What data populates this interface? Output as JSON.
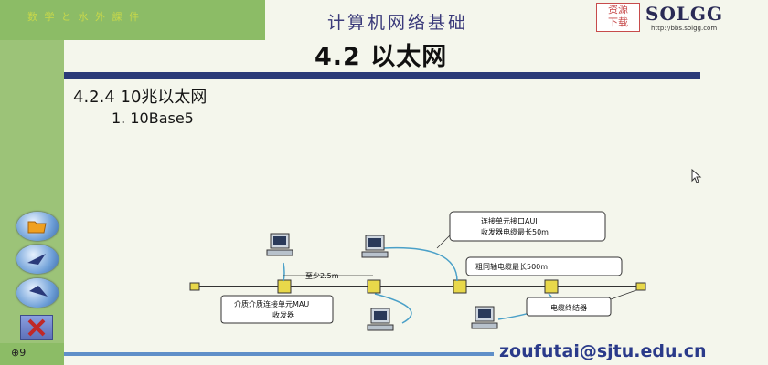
{
  "header": {
    "top_left_text": "数 学 と 水 外 課 件",
    "course_title": "计算机网络基础",
    "resource_badge_line1": "资源",
    "resource_badge_line2": "下载",
    "brand_logo": "SOLG",
    "brand_logo_tail": "G",
    "brand_url": "http://bbs.solgg.com"
  },
  "slide": {
    "title": "4.2 以太网",
    "section": "4.2.4 10兆以太网",
    "subsection": "1. 10Base5"
  },
  "diagram": {
    "labels": {
      "aui_line1": "连接单元接口AUI",
      "aui_line2": "收发器电缆最长50m",
      "coax": "粗同轴电缆最长500m",
      "min_spacing": "至少2.5m",
      "mau_line1": "介质介质连接单元MAU",
      "mau_line2": "收发器",
      "terminator": "电缆终结器"
    }
  },
  "footer": {
    "slide_number": "⊕9",
    "email": "zoufutai@sjtu.edu.cn"
  },
  "colors": {
    "left_strip": "#9cc378",
    "title_rule": "#2a3a78",
    "email": "#2a3a8a",
    "cable": "#e8d84a",
    "aui_cable": "#4aa0c8"
  }
}
